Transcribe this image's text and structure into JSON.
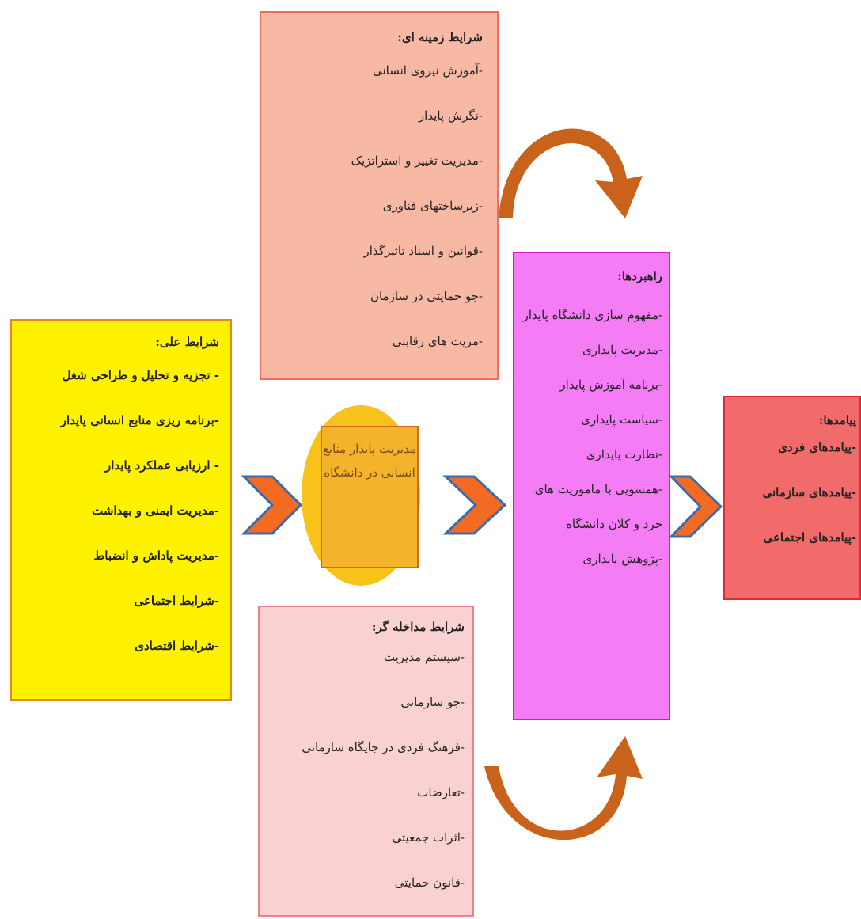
{
  "contextual": {
    "title": "شرایط زمینه ای:",
    "items": [
      "-آموزش نیروی انسانی",
      "-نگرش پایدار",
      "-مدیریت تغییر و استراتژیک",
      "-زیرساختهای فناوری",
      "-قوانین و اسناد تاثیرگذار",
      "-جو حمایتی در سازمان",
      "-مزیت های رقابتی"
    ]
  },
  "causal": {
    "title": "شرایط علی:",
    "items": [
      "- تجزیه و تحلیل و طراحی شغل",
      "-برنامه ریزی منابع انسانی پایدار",
      "- ارزیابی عملکرد پایدار",
      "-مدیریت ایمنی و بهداشت",
      "-مدیریت پاداش و انضباط",
      "-شرایط اجتماعی",
      "-شرایط اقتصادی"
    ]
  },
  "core": {
    "text": "مدیریت پایدار منابع انسانی در دانشگاه"
  },
  "intervening": {
    "title": "شرایط مداخله گر:",
    "items": [
      "-سیستم مدیریت",
      "-جو سازمانی",
      "-فرهنگ فردی در جایگاه سازمانی",
      "-تعارضات",
      "-اثرات جمعیتی",
      "-قانون حمایتی"
    ]
  },
  "strategies": {
    "title": "راهبردها:",
    "items": [
      "-مفهوم سازی دانشگاه پایدار",
      "-مدیریت پایداری",
      "-برنامه آموزش پایدار",
      "-سیاست پایداری",
      "-نظارت پایداری",
      "-همسویی با ماموریت های خرد و کلان دانشگاه",
      "-پژوهش پایداری"
    ]
  },
  "outcomes": {
    "title": "پیامدها:",
    "items": [
      "-پیامدهای فردی",
      "-پیامدهای سازمانی",
      "-پیامدهای اجتماعی"
    ]
  },
  "colors": {
    "contextual_fill": "#f8b9a4",
    "causal_fill": "#fff200",
    "intervening_fill": "#fad1d1",
    "strategies_fill": "#f47cf4",
    "outcomes_fill": "#f26b6b",
    "core_fill": "#f7c21a",
    "chevron_fill": "#f26b21",
    "chevron_stroke": "#3b6cb0",
    "curved_arrow_fill": "#c9621a"
  }
}
